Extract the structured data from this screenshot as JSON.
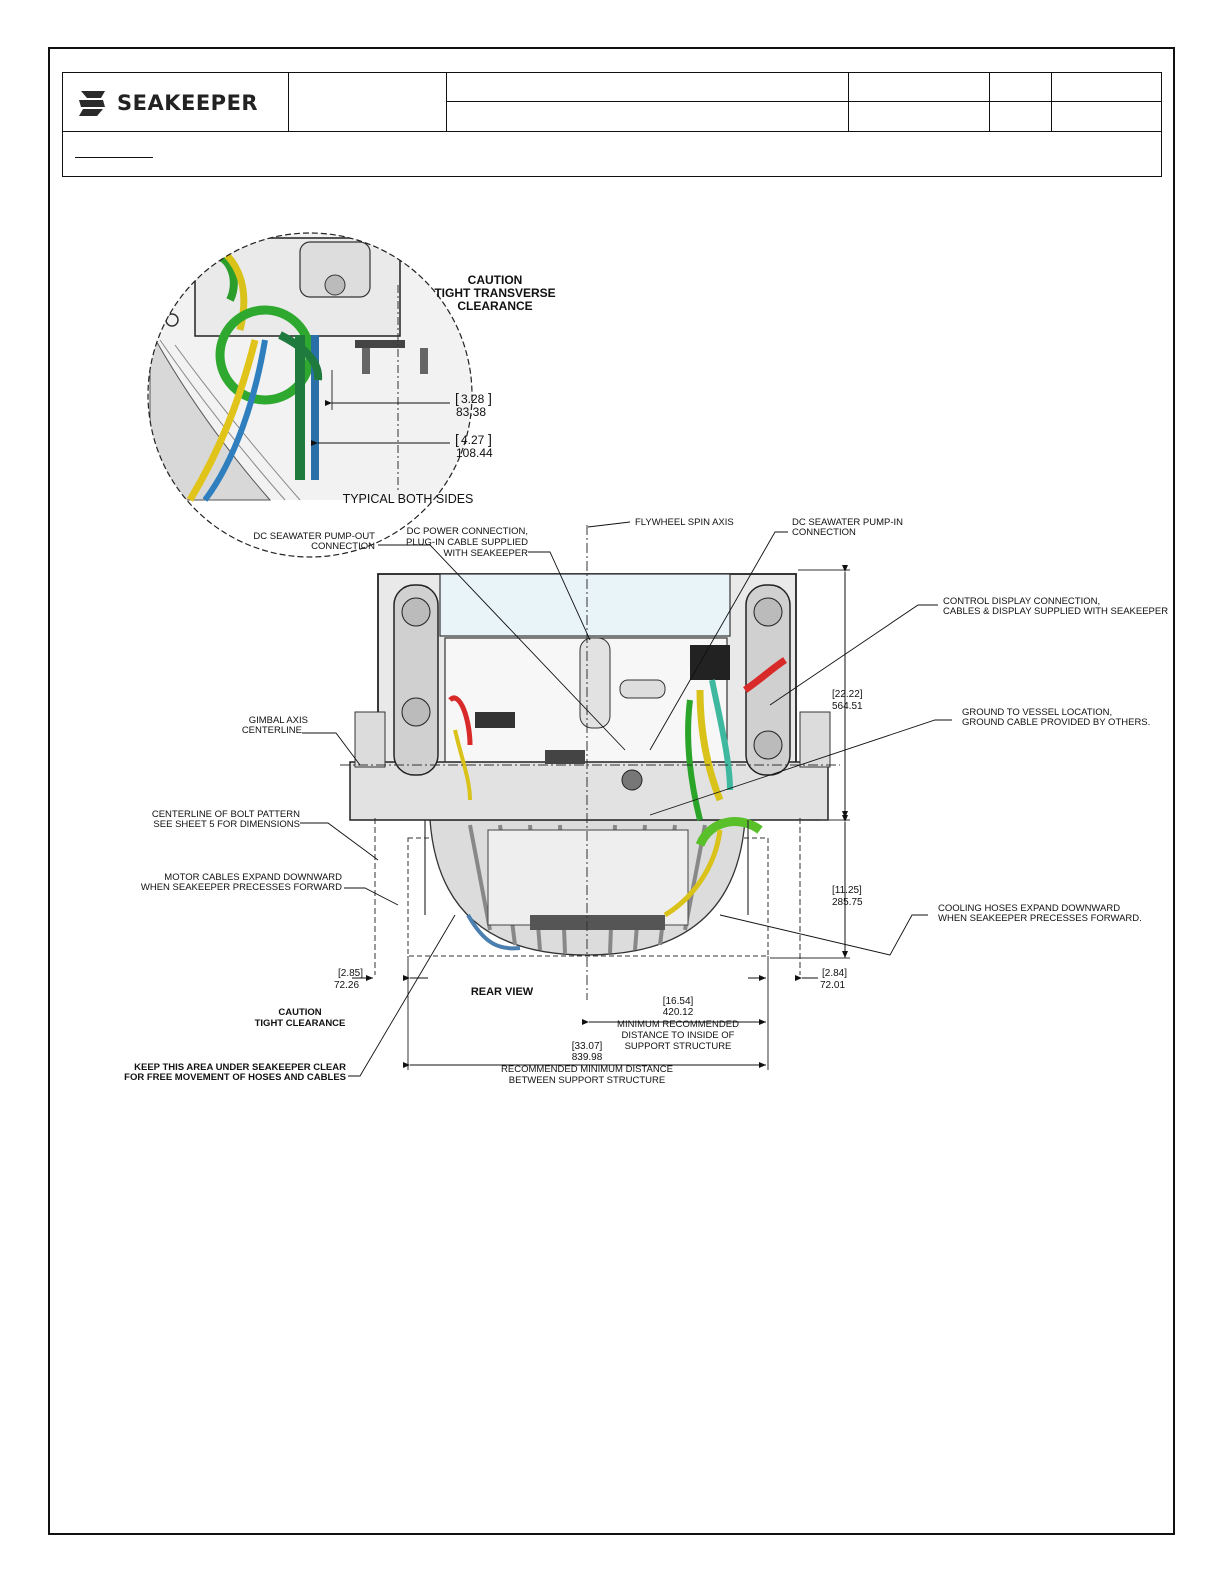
{
  "brand": {
    "name": "SEAKEEPER",
    "primary_color": "#2a2a2a"
  },
  "detail_view": {
    "caution_title": "CAUTION",
    "caution_line1": "TIGHT TRANSVERSE",
    "caution_line2": "CLEARANCE",
    "dim1_in": "3.28",
    "dim1_mm": "83.38",
    "dim2_in": "4.27",
    "dim2_mm": "108.44",
    "caption": "TYPICAL BOTH SIDES"
  },
  "rear_view": {
    "title": "REAR VIEW",
    "callouts": {
      "pump_out_1": "DC SEAWATER PUMP-OUT",
      "pump_out_2": "CONNECTION",
      "dc_power_1": "DC POWER CONNECTION,",
      "dc_power_2": "PLUG-IN CABLE SUPPLIED",
      "dc_power_3": "WITH SEAKEEPER",
      "spin_axis": "FLYWHEEL SPIN AXIS",
      "pump_in_1": "DC SEAWATER PUMP-IN",
      "pump_in_2": "CONNECTION",
      "control_1": "CONTROL DISPLAY CONNECTION,",
      "control_2": "CABLES & DISPLAY SUPPLIED WITH SEAKEEPER",
      "gimbal_1": "GIMBAL AXIS",
      "gimbal_2": "CENTERLINE",
      "ground_1": "GROUND TO VESSEL LOCATION,",
      "ground_2": "GROUND CABLE PROVIDED BY OTHERS.",
      "bolt_1": "CENTERLINE OF BOLT PATTERN",
      "bolt_2": "SEE SHEET 5 FOR DIMENSIONS",
      "motor_1": "MOTOR CABLES EXPAND DOWNWARD",
      "motor_2": "WHEN SEAKEEPER PRECESSES FORWARD",
      "cooling_1": "COOLING HOSES EXPAND DOWNWARD",
      "cooling_2": "WHEN SEAKEEPER PRECESSES FORWARD.",
      "caution_1": "CAUTION",
      "caution_2": "TIGHT CLEARANCE",
      "keep_1": "KEEP THIS AREA UNDER SEAKEEPER CLEAR",
      "keep_2": "FOR FREE MOVEMENT OF HOSES AND CABLES"
    },
    "dimensions": {
      "height_in": "22.22",
      "height_mm": "564.51",
      "lower_in": "11.25",
      "lower_mm": "285.75",
      "left_in": "2.85",
      "left_mm": "72.26",
      "right_in": "2.84",
      "right_mm": "72.01",
      "half_in": "16.54",
      "half_mm": "420.12",
      "half_1": "MINIMUM RECOMMENDED",
      "half_2": "DISTANCE TO INSIDE OF",
      "half_3": "SUPPORT STRUCTURE",
      "full_in": "33.07",
      "full_mm": "839.98",
      "full_1": "RECOMMENDED MINIMUM DISTANCE",
      "full_2": "BETWEEN SUPPORT STRUCTURE"
    }
  }
}
